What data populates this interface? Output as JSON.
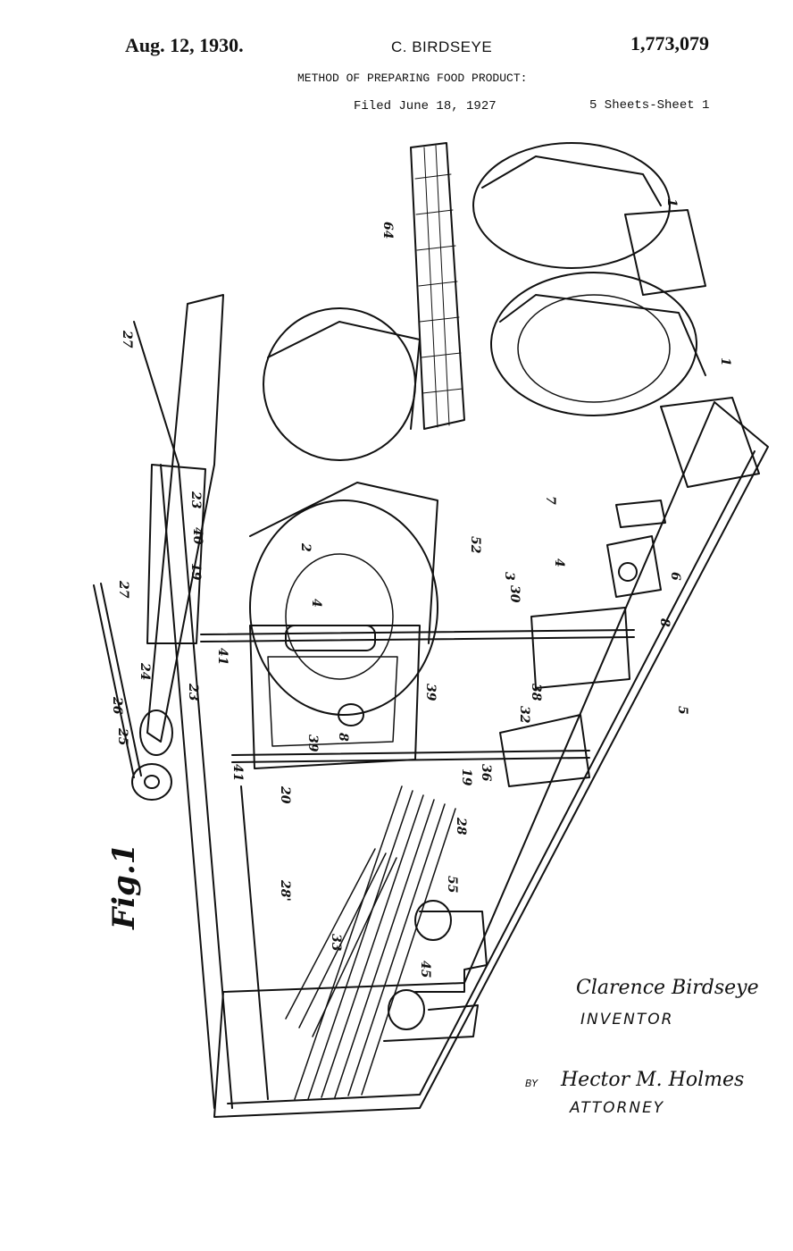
{
  "header": {
    "date": "Aug. 12, 1930.",
    "inventor_name": "C. BIRDSEYE",
    "patent_number": "1,773,079",
    "title": "METHOD OF PREPARING FOOD PRODUCT:",
    "filed": "Filed June 18, 1927",
    "sheets": "5 Sheets-Sheet  1"
  },
  "figure": {
    "label": "Fig.1",
    "refs": [
      "1",
      "1",
      "2",
      "3",
      "4",
      "4",
      "5",
      "6",
      "7",
      "8",
      "8",
      "19",
      "19",
      "20",
      "23",
      "23",
      "24",
      "25",
      "26",
      "27",
      "27",
      "28",
      "28'",
      "30",
      "32",
      "33",
      "36",
      "38",
      "39",
      "39",
      "40",
      "41",
      "41",
      "45",
      "52",
      "55",
      "64"
    ]
  },
  "signatures": {
    "inventor_signature": "Clarence Birdseye",
    "inventor_label": "INVENTOR",
    "by": "BY",
    "attorney_signature": "Hector M. Holmes",
    "attorney_label": "ATTORNEY"
  }
}
